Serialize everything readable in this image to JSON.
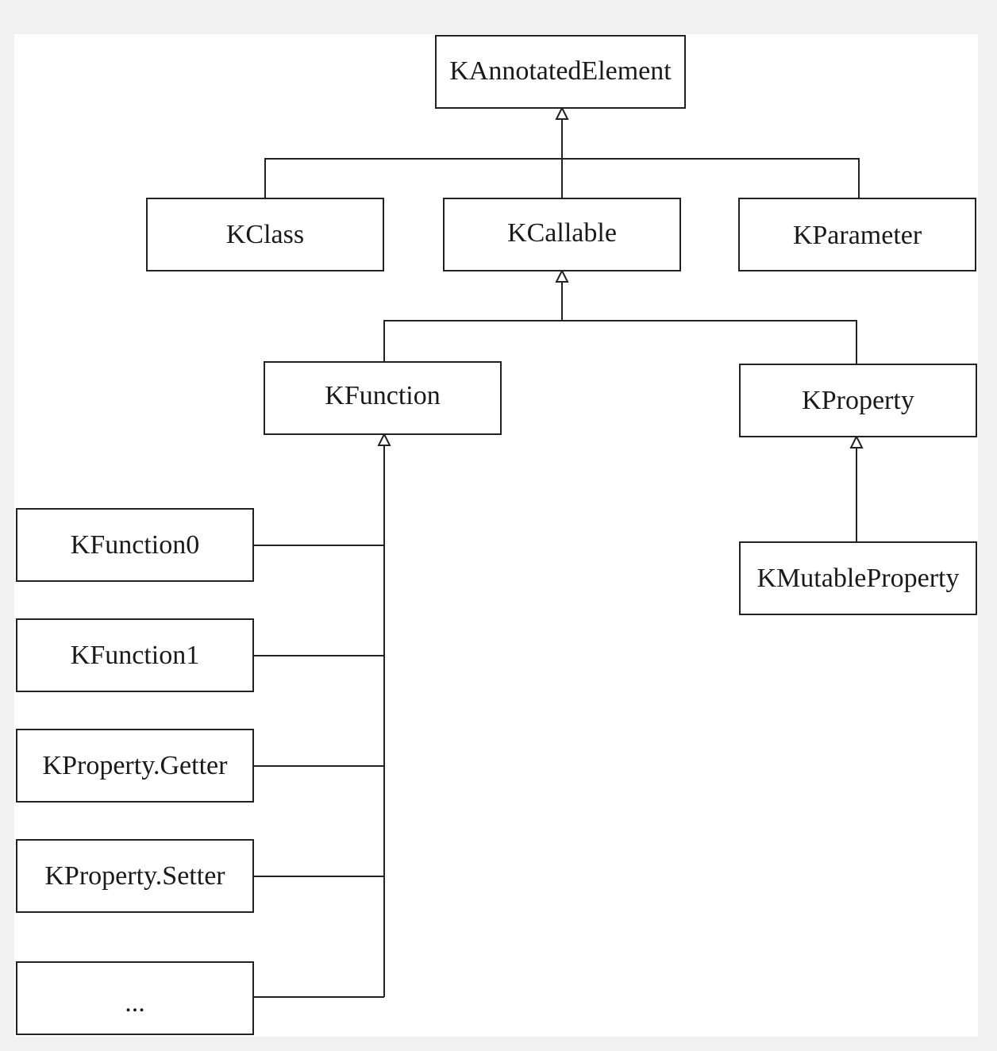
{
  "diagram": {
    "type": "class-hierarchy",
    "nodes": [
      {
        "id": "kannotatedelement",
        "label": "KAnnotatedElement"
      },
      {
        "id": "kclass",
        "label": "KClass"
      },
      {
        "id": "kcallable",
        "label": "KCallable"
      },
      {
        "id": "kparameter",
        "label": "KParameter"
      },
      {
        "id": "kfunction",
        "label": "KFunction"
      },
      {
        "id": "kproperty",
        "label": "KProperty"
      },
      {
        "id": "kmutableproperty",
        "label": "KMutableProperty"
      },
      {
        "id": "kfunction0",
        "label": "KFunction0"
      },
      {
        "id": "kfunction1",
        "label": "KFunction1"
      },
      {
        "id": "kproperty-getter",
        "label": "KProperty.Getter"
      },
      {
        "id": "kproperty-setter",
        "label": "KProperty.Setter"
      },
      {
        "id": "ellipsis",
        "label": "..."
      }
    ],
    "edges": [
      {
        "from": "kclass",
        "to": "kannotatedelement"
      },
      {
        "from": "kcallable",
        "to": "kannotatedelement"
      },
      {
        "from": "kparameter",
        "to": "kannotatedelement"
      },
      {
        "from": "kfunction",
        "to": "kcallable"
      },
      {
        "from": "kproperty",
        "to": "kcallable"
      },
      {
        "from": "kmutableproperty",
        "to": "kproperty"
      },
      {
        "from": "kfunction0",
        "to": "kfunction"
      },
      {
        "from": "kfunction1",
        "to": "kfunction"
      },
      {
        "from": "kproperty-getter",
        "to": "kfunction"
      },
      {
        "from": "kproperty-setter",
        "to": "kfunction"
      },
      {
        "from": "ellipsis",
        "to": "kfunction"
      }
    ]
  }
}
